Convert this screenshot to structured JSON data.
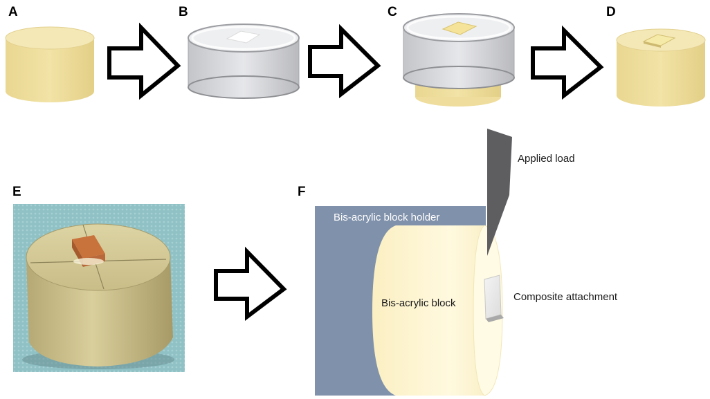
{
  "panels": {
    "a": "A",
    "b": "B",
    "c": "C",
    "d": "D",
    "e": "E",
    "f": "F"
  },
  "labels": {
    "applied_load": "Applied load",
    "holder": "Bis-acrylic block  holder",
    "block": "Bis-acrylic block",
    "attachment": "Composite attachment"
  },
  "colors": {
    "resin": "#eedd9c",
    "resin_top": "#f4e8b4",
    "mold": "#d8d9dc",
    "holder": "#8091ab",
    "block": "#fdf6d2",
    "load_tool": "#5e5d60",
    "arrow_stroke": "#000000"
  }
}
